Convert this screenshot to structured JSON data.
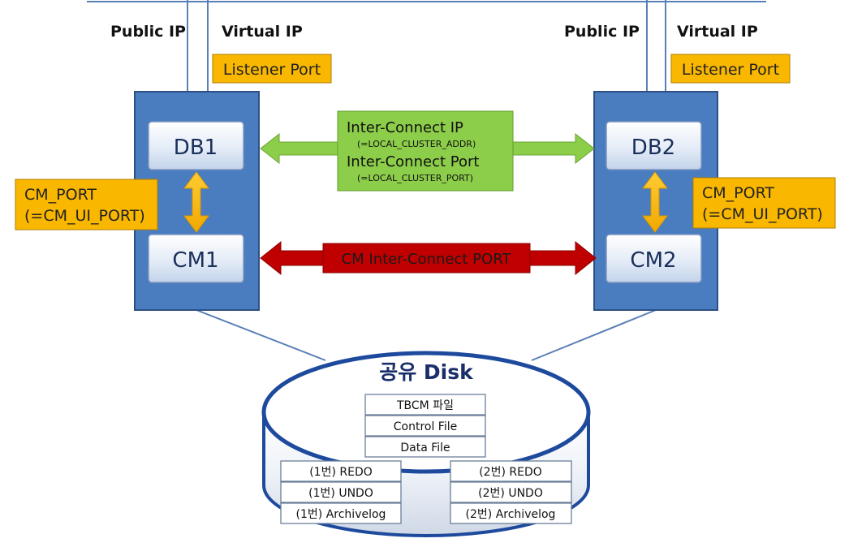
{
  "labels": {
    "public_ip_left": "Public IP",
    "virtual_ip_left": "Virtual IP",
    "public_ip_right": "Public IP",
    "virtual_ip_right": "Virtual IP",
    "listener_port_left": "Listener Port",
    "listener_port_right": "Listener Port"
  },
  "nodes": {
    "db1": "DB1",
    "cm1": "CM1",
    "db2": "DB2",
    "cm2": "CM2"
  },
  "cm_port_left": {
    "line1": "CM_PORT",
    "line2": "(=CM_UI_PORT)"
  },
  "cm_port_right": {
    "line1": "CM_PORT",
    "line2": "(=CM_UI_PORT)"
  },
  "interconnect": {
    "ip_label": "Inter-Connect IP",
    "ip_param": "(=LOCAL_CLUSTER_ADDR)",
    "port_label": "Inter-Connect Port",
    "port_param": "(=LOCAL_CLUSTER_PORT)"
  },
  "cm_interconnect": "CM Inter-Connect PORT",
  "disk": {
    "title": "공유 Disk",
    "shared_files": [
      "TBCM 파일",
      "Control File",
      "Data File"
    ],
    "node1_files": [
      "(1번) REDO",
      "(1번) UNDO",
      "(1번) Archivelog"
    ],
    "node2_files": [
      "(2번) REDO",
      "(2번) UNDO",
      "(2번) Archivelog"
    ]
  },
  "colors": {
    "server_blue": "#4a7cc0",
    "orange": "#f9b700",
    "green": "#8ccd4a",
    "red": "#c00000"
  }
}
